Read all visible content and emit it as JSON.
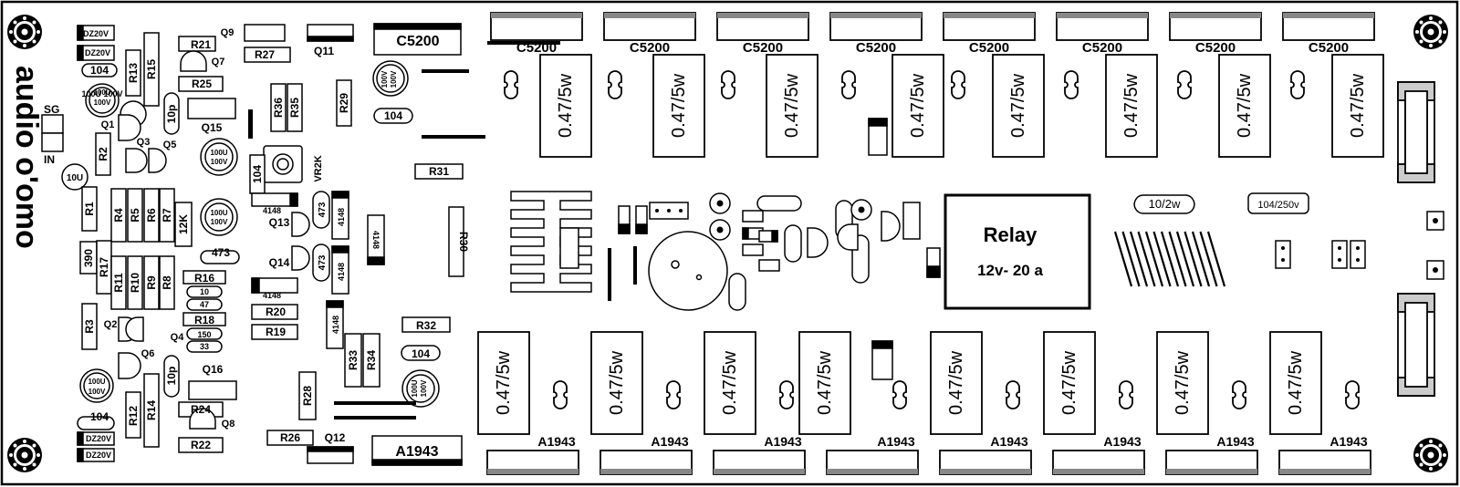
{
  "title": "audio o'omo",
  "connector_in": {
    "sg": "SG",
    "in": "IN"
  },
  "relay": {
    "title": "Relay",
    "rating": "12v- 20 a"
  },
  "top_transistors": {
    "big_label": "C5200",
    "labels": [
      "C5200",
      "C5200",
      "C5200",
      "C5200",
      "C5200",
      "C5200",
      "C5200",
      "C5200"
    ]
  },
  "bottom_transistors": {
    "big_label": "A1943",
    "labels": [
      "A1943",
      "A1943",
      "A1943",
      "A1943",
      "A1943",
      "A1943",
      "A1943",
      "A1943"
    ]
  },
  "emitter_resistors": {
    "top": [
      "0.47/5w",
      "0.47/5w",
      "0.47/5w",
      "0.47/5w",
      "0.47/5w",
      "0.47/5w",
      "0.47/5w",
      "0.47/5w"
    ],
    "bottom": [
      "0.47/5w",
      "0.47/5w",
      "0.47/5w",
      "0.47/5w",
      "0.47/5w",
      "0.47/5w",
      "0.47/5w",
      "0.47/5w"
    ]
  },
  "zobel": {
    "resistor": "10/2w",
    "capacitor": "104/250v"
  },
  "components": {
    "dz1": "DZ20V",
    "dz2": "DZ20V",
    "dz3": "DZ20V",
    "dz4": "DZ20V",
    "c104_1": "104",
    "c104_2": "104",
    "c104_3": "104",
    "c104_4": "104",
    "c104_5": "104",
    "c100u": "100U\n100V",
    "c10u": "10U",
    "c10p": "10p",
    "r473": "473",
    "r12k": "12K",
    "r390": "390",
    "r10": "10",
    "r47": "47",
    "r150": "150",
    "r33": "33",
    "d4148": "4148",
    "vr": "VR2K",
    "r1": "R1",
    "r2": "R2",
    "r3": "R3",
    "r4": "R4",
    "r5": "R5",
    "r6": "R6",
    "r7": "R7",
    "r8": "R8",
    "r9": "R9",
    "r10n": "R10",
    "r11": "R11",
    "r12": "R12",
    "r13": "R13",
    "r14": "R14",
    "r15": "R15",
    "r16": "R16",
    "r17": "R17",
    "r18": "R18",
    "r19": "R19",
    "r20": "R20",
    "r21": "R21",
    "r22": "R22",
    "r24": "R24",
    "r25": "R25",
    "r26": "R26",
    "r27": "R27",
    "r28": "R28",
    "r29": "R29",
    "r30": "R30",
    "r31": "R31",
    "r32": "R32",
    "r33n": "R33",
    "r34": "R34",
    "r35": "R35",
    "r36": "R36",
    "q1": "Q1",
    "q2": "Q2",
    "q3": "Q3",
    "q4": "Q4",
    "q5": "Q5",
    "q6": "Q6",
    "q7": "Q7",
    "q8": "Q8",
    "q9": "Q9",
    "q11": "Q11",
    "q12": "Q12",
    "q13": "Q13",
    "q14": "Q14",
    "q15": "Q15",
    "q16": "Q16"
  }
}
